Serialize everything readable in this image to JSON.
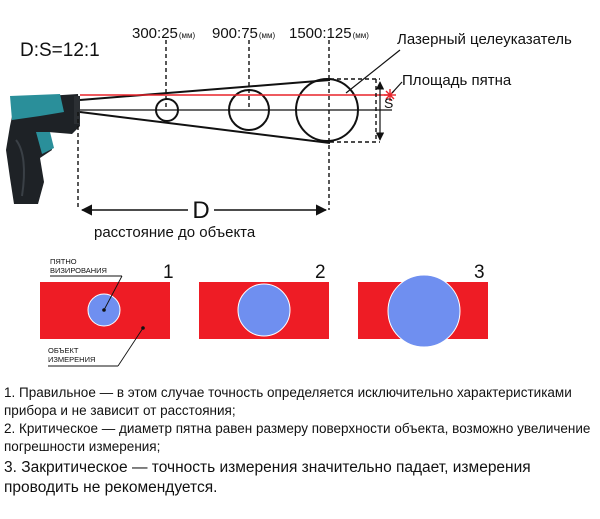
{
  "top": {
    "ratio": "D:S=12:1",
    "spots": [
      {
        "label": "300:25",
        "unit": "(мм)"
      },
      {
        "label": "900:75",
        "unit": "(мм)"
      },
      {
        "label": "1500:125",
        "unit": "(мм)"
      }
    ],
    "laser_label": "Лазерный целеуказатель",
    "spot_area_label": "Площадь пятна",
    "s_label": "S",
    "d_label": "D",
    "distance_label": "расстояние до объекта"
  },
  "cases": {
    "numbers": [
      "1",
      "2",
      "3"
    ],
    "spot_label": [
      "ПЯТНО",
      "ВИЗИРОВАНИЯ"
    ],
    "object_label": [
      "ОБЪЕКТ",
      "ИЗМЕРЕНИЯ"
    ]
  },
  "notes": [
    "1. Правильное — в этом случае точность определяется исключительно характеристиками прибора и не зависит от расстояния;",
    "2. Критическое — диаметр пятна равен размеру поверхности объекта, возможно увеличение погрешности измерения;",
    "3. Закритическое — точность измерения значительно падает, измерения проводить не рекомендуется."
  ],
  "colors": {
    "object_red": "#ee1c25",
    "spot_blue": "#6f8ff0",
    "laser": "#e8232a",
    "device_teal": "#2a8f9a",
    "device_dark": "#1e2226"
  }
}
